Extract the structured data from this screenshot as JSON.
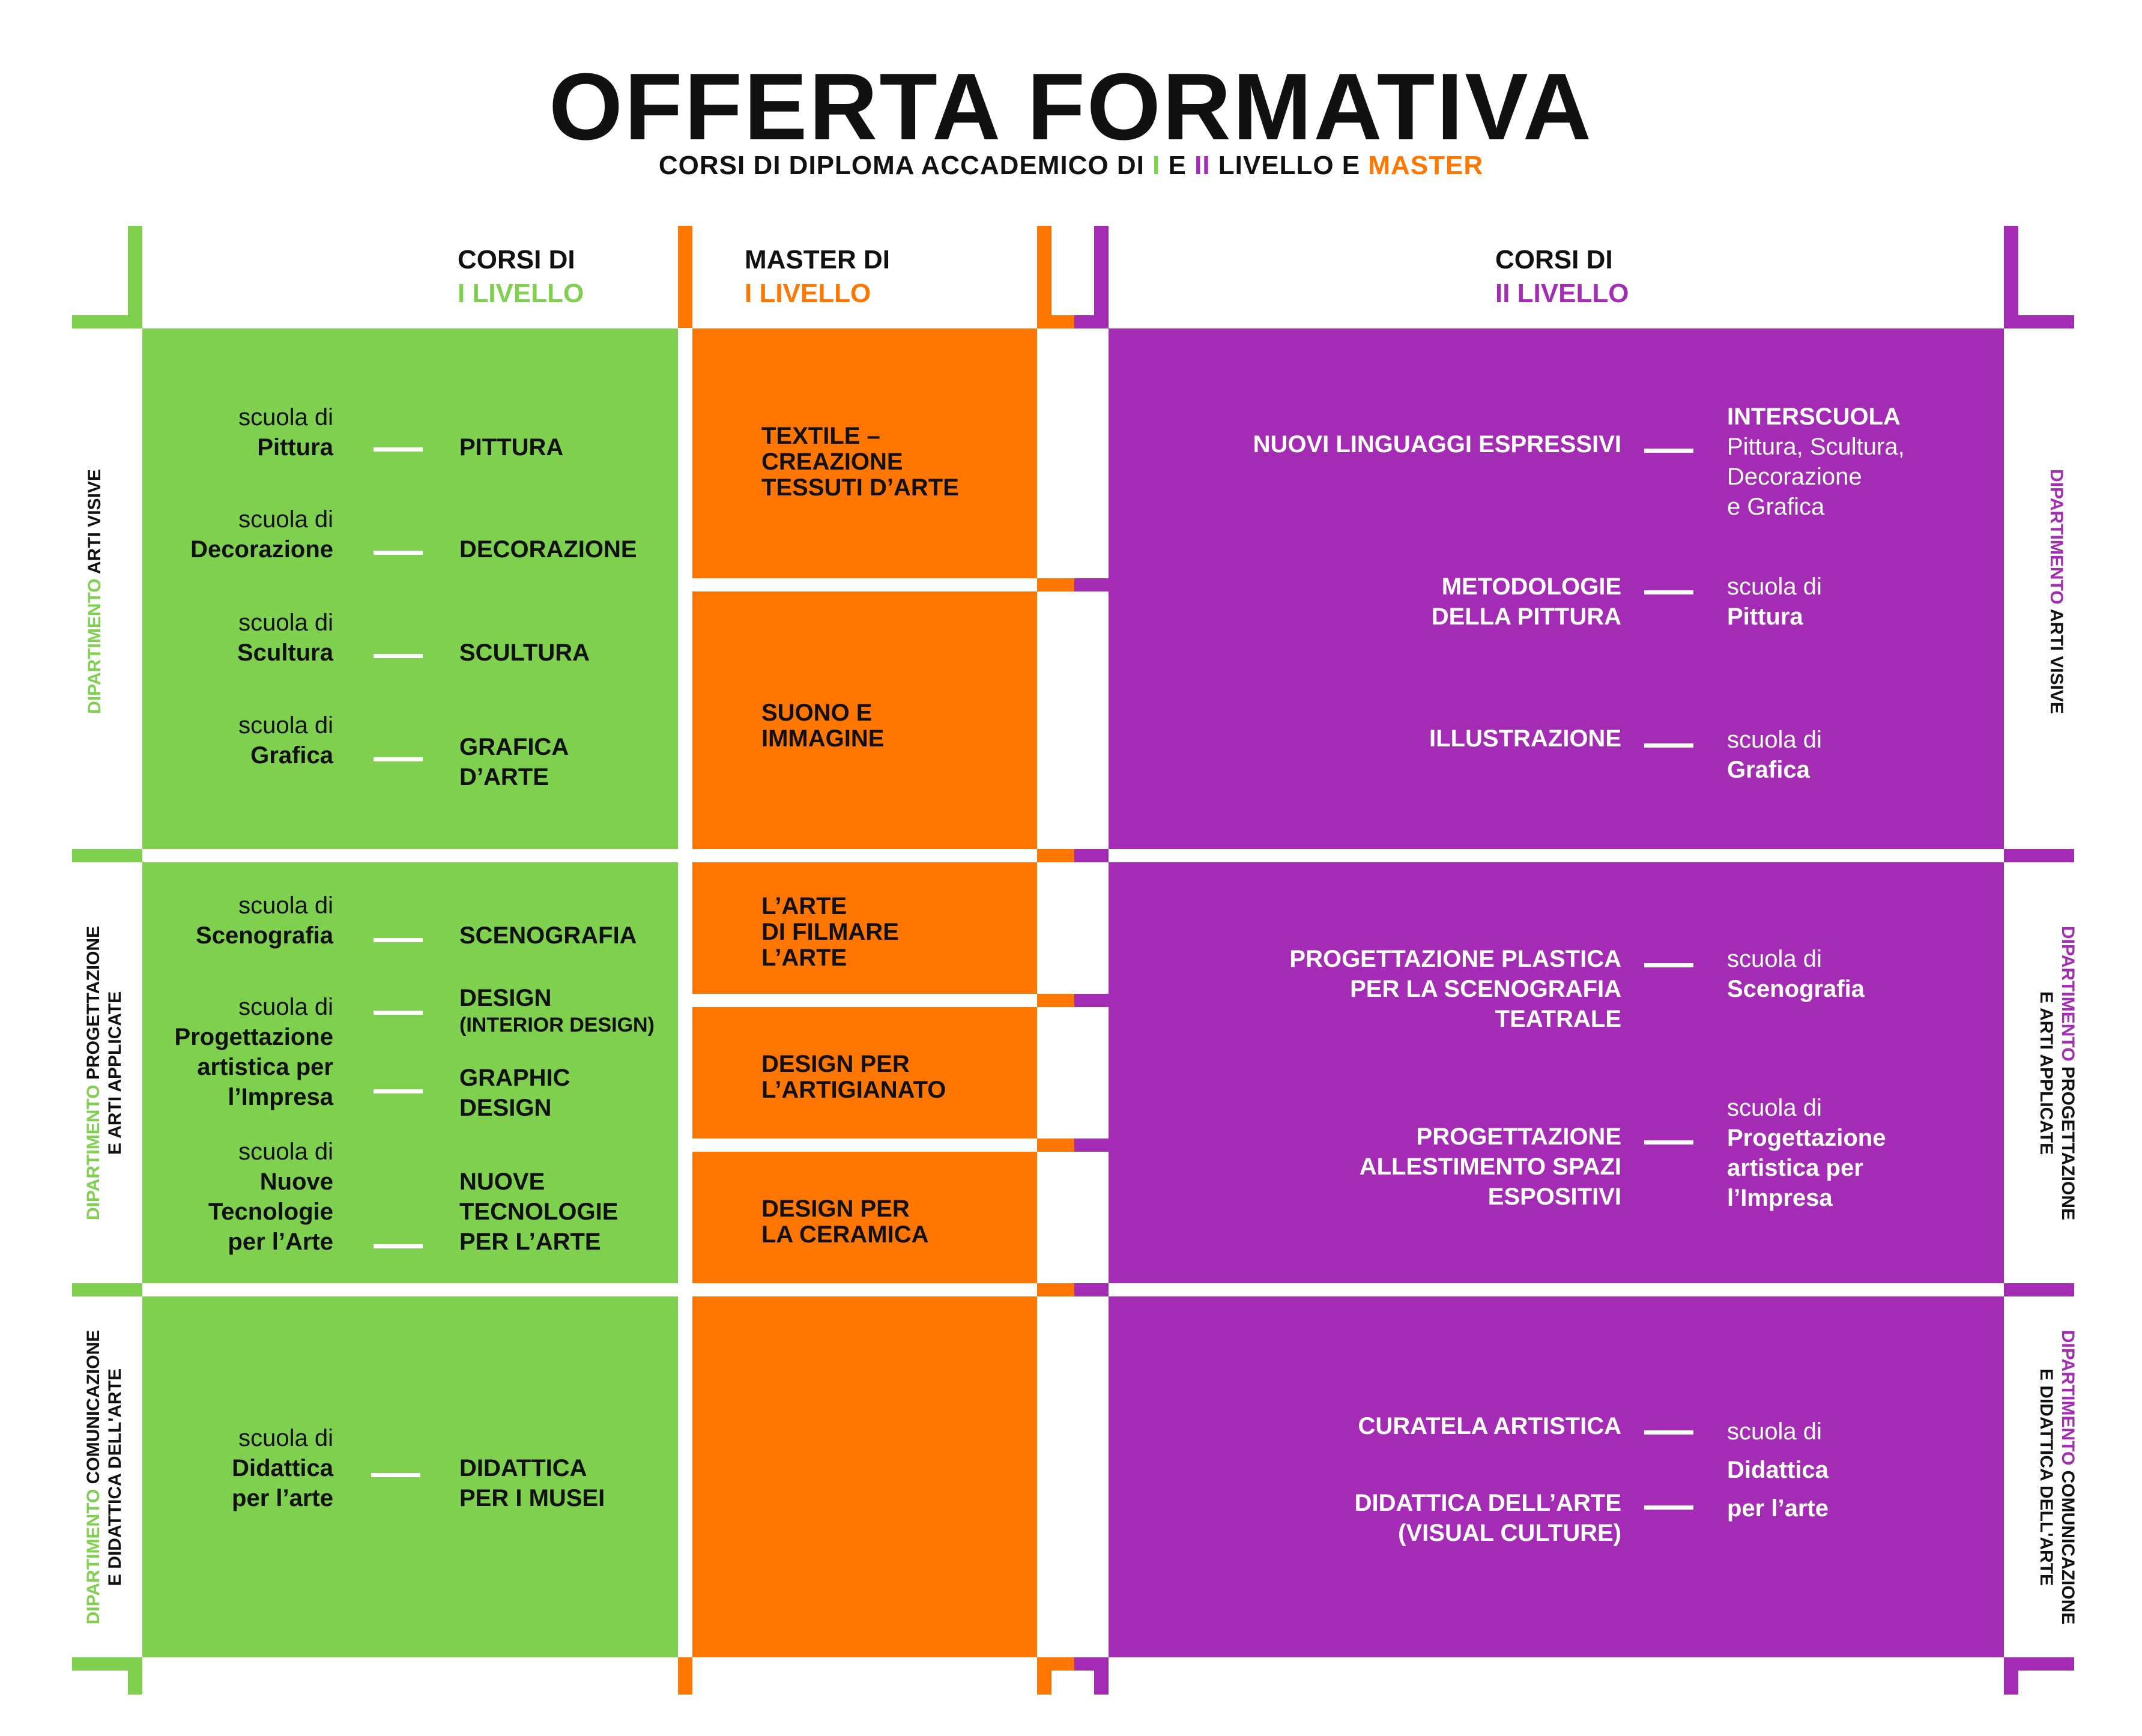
{
  "title": "OFFERTA FORMATIVA",
  "subtitle": {
    "part1": "CORSI DI DIPLOMA ACCADEMICO DI ",
    "level1": "I",
    "part2": " E ",
    "level2": "II",
    "part3": " LIVELLO E ",
    "master": "MASTER"
  },
  "colors": {
    "green": "#7ed04e",
    "orange": "#ff7600",
    "purple": "#a42cb5",
    "text": "#111111"
  },
  "columns": {
    "first_level": {
      "line1": "CORSI DI",
      "line2": "I LIVELLO"
    },
    "master": {
      "line1": "MASTER DI",
      "line2": "I LIVELLO"
    },
    "second_level": {
      "line1": "CORSI DI",
      "line2": "II LIVELLO"
    }
  },
  "departments": {
    "arti_visive": {
      "prefix": "DIPARTIMENTO",
      "name": "ARTI VISIVE"
    },
    "progettazione": {
      "prefix": "DIPARTIMENTO",
      "name_line1": "PROGETTAZIONE",
      "name_line2": "E ARTI APPLICATE"
    },
    "comunicazione": {
      "prefix": "DIPARTIMENTO",
      "name_line1": "COMUNICAZIONE",
      "name_line2": "E DIDATTICA DELL'ARTE"
    }
  },
  "first_level": {
    "arti_visive": [
      {
        "scuola_prefix": "scuola di",
        "scuola": "Pittura",
        "course": "PITTURA"
      },
      {
        "scuola_prefix": "scuola di",
        "scuola": "Decorazione",
        "course": "DECORAZIONE"
      },
      {
        "scuola_prefix": "scuola di",
        "scuola": "Scultura",
        "course": "SCULTURA"
      },
      {
        "scuola_prefix": "scuola di",
        "scuola": "Grafica",
        "course_line1": "GRAFICA",
        "course_line2": "D’ARTE"
      }
    ],
    "progettazione": {
      "scenografia": {
        "scuola_prefix": "scuola di",
        "scuola": "Scenografia",
        "course": "SCENOGRAFIA"
      },
      "impresa": {
        "scuola_prefix": "scuola di",
        "scuola_line1": "Progettazione",
        "scuola_line2": "artistica per",
        "scuola_line3": "l’Impresa",
        "course1_line1": "DESIGN",
        "course1_line2": "(INTERIOR DESIGN)",
        "course2_line1": "GRAPHIC",
        "course2_line2": "DESIGN"
      },
      "nuove_tecnologie": {
        "scuola_prefix": "scuola di",
        "scuola_line1": "Nuove",
        "scuola_line2": "Tecnologie",
        "scuola_line3": "per l’Arte",
        "course_line1": "NUOVE",
        "course_line2": "TECNOLOGIE",
        "course_line3": "PER L’ARTE"
      }
    },
    "comunicazione": {
      "scuola_prefix": "scuola di",
      "scuola_line1": "Didattica",
      "scuola_line2": "per l’arte",
      "course_line1": "DIDATTICA",
      "course_line2": "PER I MUSEI"
    }
  },
  "master": {
    "textile": {
      "line1": "TEXTILE –",
      "line2": "CREAZIONE",
      "line3": "TESSUTI D’ARTE"
    },
    "suono": {
      "line1": "SUONO E",
      "line2": "IMMAGINE"
    },
    "filmare": {
      "line1": "L’ARTE",
      "line2": "DI FILMARE",
      "line3": "L’ARTE"
    },
    "artigianato": {
      "line1": "DESIGN PER",
      "line2": "L’ARTIGIANATO"
    },
    "ceramica": {
      "line1": "DESIGN PER",
      "line2": "LA CERAMICA"
    }
  },
  "second_level": {
    "nuovi_linguaggi": {
      "course": "NUOVI LINGUAGGI ESPRESSIVI",
      "school_title": "INTERSCUOLA",
      "school_line1": "Pittura, Scultura,",
      "school_line2": "Decorazione",
      "school_line3": "e Grafica"
    },
    "metodologie": {
      "course_line1": "METODOLOGIE",
      "course_line2": "DELLA PITTURA",
      "scuola_prefix": "scuola di",
      "scuola": "Pittura"
    },
    "illustrazione": {
      "course": "ILLUSTRAZIONE",
      "scuola_prefix": "scuola di",
      "scuola": "Grafica"
    },
    "plastica": {
      "course_line1": "PROGETTAZIONE PLASTICA",
      "course_line2": "PER LA SCENOGRAFIA",
      "course_line3": "TEATRALE",
      "scuola_prefix": "scuola di",
      "scuola": "Scenografia"
    },
    "allestimento": {
      "course_line1": "PROGETTAZIONE",
      "course_line2": "ALLESTIMENTO SPAZI",
      "course_line3": "ESPOSITIVI",
      "scuola_prefix": "scuola di",
      "scuola_line1": "Progettazione",
      "scuola_line2": "artistica per",
      "scuola_line3": "l’Impresa"
    },
    "comunicazione": {
      "course1": "CURATELA ARTISTICA",
      "course2_line1": "DIDATTICA DELL’ARTE",
      "course2_line2": "(VISUAL CULTURE)",
      "scuola_prefix": "scuola di",
      "scuola_line1": "Didattica",
      "scuola_line2": "per l’arte"
    }
  }
}
